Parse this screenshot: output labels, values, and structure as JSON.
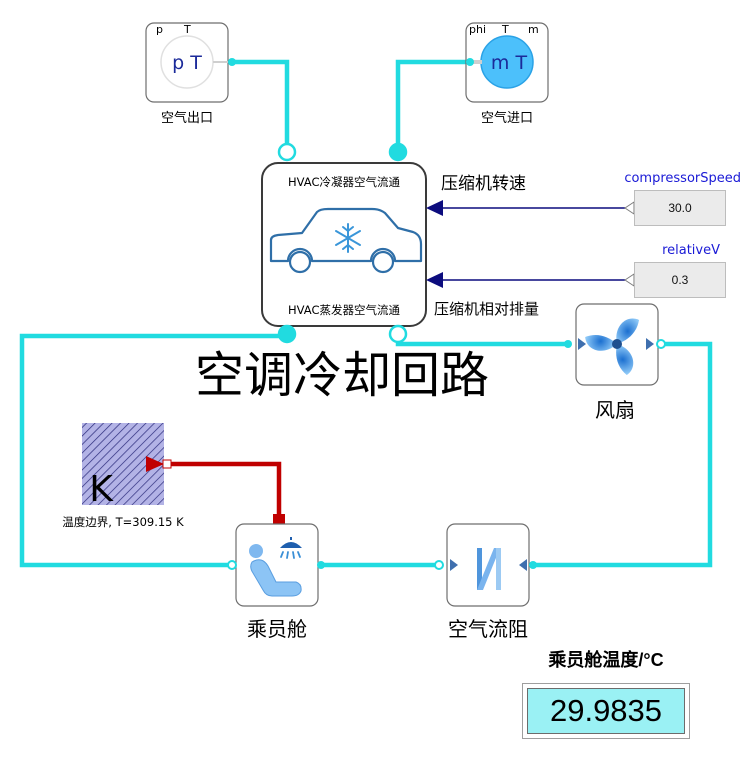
{
  "title": "空调冷却回路",
  "colors": {
    "fluid_connection": "#21dbe0",
    "signal_line": "#0c0c7e",
    "heat_connection": "#c00000",
    "param_label": "#1a1ad6",
    "display_background": "#9af1f4"
  },
  "components": {
    "outlet": {
      "label": "空气出口",
      "icon_text": "p T",
      "port_labels": [
        "p",
        "T"
      ]
    },
    "inlet": {
      "label": "空气进口",
      "icon_text": "m T",
      "port_labels": [
        "phi",
        "T",
        "m"
      ]
    },
    "hvac": {
      "top_label": "HVAC冷凝器空气流通",
      "bottom_label": "HVAC蒸发器空气流通",
      "icon": "car-snowflake-icon"
    },
    "fan": {
      "label": "风扇",
      "icon": "fan-icon"
    },
    "cabin": {
      "label": "乘员舱",
      "icon": "seat-shower-icon"
    },
    "resistance": {
      "label": "空气流阻",
      "icon": "resistance-icon"
    },
    "boundary": {
      "letter": "K",
      "label": "温度边界, T=309.15 K"
    }
  },
  "inputs": {
    "compressor_speed": {
      "name": "compressorSpeed",
      "value": "30.0",
      "signal_label": "压缩机转速"
    },
    "relative_v": {
      "name": "relativeV",
      "value": "0.3",
      "signal_label": "压缩机相对排量"
    }
  },
  "display": {
    "title": "乘员舱温度/°C",
    "value": "29.9835"
  }
}
